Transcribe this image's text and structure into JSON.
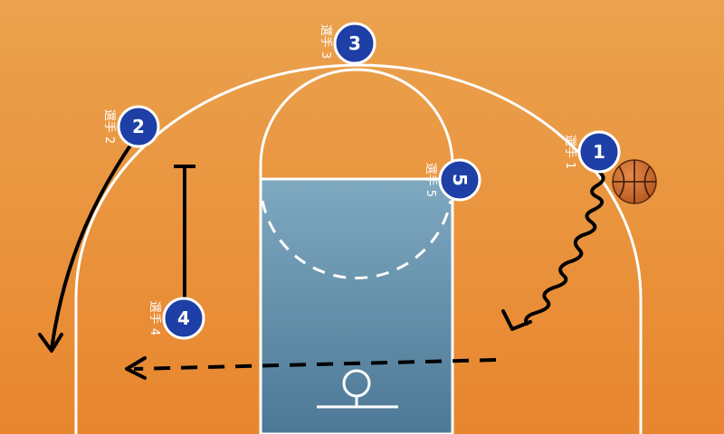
{
  "players": [
    {
      "number": "1",
      "label": "選手 1"
    },
    {
      "number": "2",
      "label": "選手 2"
    },
    {
      "number": "3",
      "label": "選手 3"
    },
    {
      "number": "4",
      "label": "選手 4"
    },
    {
      "number": "5",
      "label": "選手 5"
    }
  ],
  "colors": {
    "court": "#e8963e",
    "paint": "#6d9bb6",
    "lines": "#ffffff",
    "player_fill": "#1d3fa6",
    "ink": "#000000",
    "ball": "#c96a2c"
  },
  "icons": {
    "ball": "basketball-icon"
  }
}
